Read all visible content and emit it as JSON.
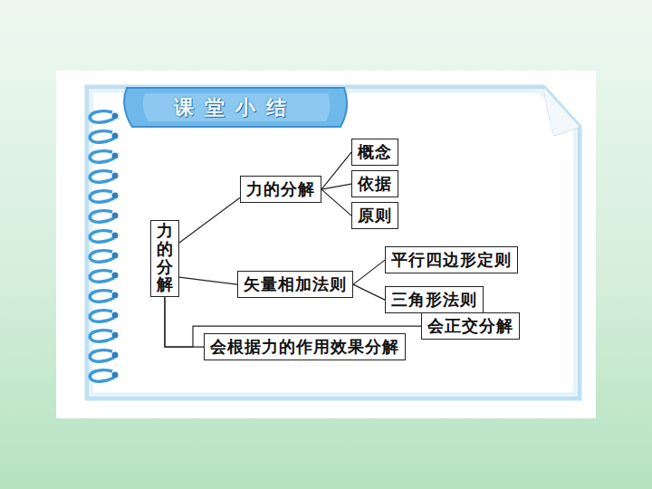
{
  "diagram": {
    "title": "课堂小结",
    "nodes": [
      {
        "text": [
          "力的分解"
        ]
      },
      {
        "text": [
          "力的分解"
        ]
      },
      {
        "text": [
          "概念"
        ]
      },
      {
        "text": [
          "依据"
        ]
      },
      {
        "text": [
          "原则"
        ]
      },
      {
        "text": [
          "矢量相加法则"
        ]
      },
      {
        "text": [
          "平行四边形定则"
        ]
      },
      {
        "text": [
          "三角形法则"
        ]
      },
      {
        "text": [
          "会正交分解"
        ]
      },
      {
        "text": [
          "会根据力的作用效果分解"
        ]
      }
    ],
    "edges": [
      {
        "from": 0,
        "to": 1,
        "arrow": "none"
      },
      {
        "from": 1,
        "to": 2,
        "arrow": "none"
      },
      {
        "from": 1,
        "to": 3,
        "arrow": "none"
      },
      {
        "from": 1,
        "to": 4,
        "arrow": "none"
      },
      {
        "from": 0,
        "to": 5,
        "arrow": "none"
      },
      {
        "from": 5,
        "to": 6,
        "arrow": "none"
      },
      {
        "from": 5,
        "to": 7,
        "arrow": "none"
      },
      {
        "from": 0,
        "to": 8,
        "arrow": "none"
      },
      {
        "from": 0,
        "to": 9,
        "arrow": "none"
      }
    ]
  }
}
